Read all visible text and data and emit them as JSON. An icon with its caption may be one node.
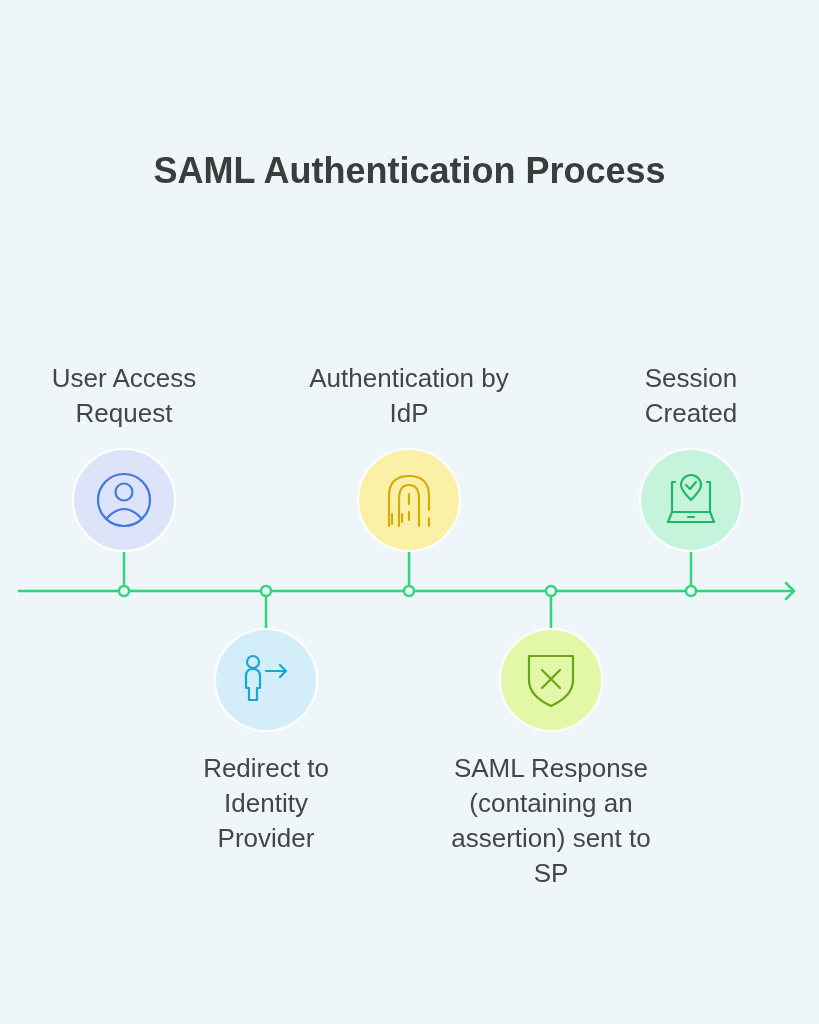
{
  "diagram": {
    "title": "SAML Authentication Process",
    "nodes": [
      {
        "text": [
          "User Access Request"
        ]
      },
      {
        "text": [
          "Redirect to Identity Provider"
        ]
      },
      {
        "text": [
          "Authentication by IdP"
        ]
      },
      {
        "text": [
          "SAML Response (containing an assertion) sent to SP"
        ]
      },
      {
        "text": [
          "Session Created"
        ]
      },
      {
        "text": [],
        "shape": "bar"
      }
    ],
    "edges": [
      {
        "from": 0,
        "to": 5,
        "arrow": "other"
      },
      {
        "from": 1,
        "to": 5,
        "arrow": "other"
      },
      {
        "from": 2,
        "to": 5,
        "arrow": "other"
      },
      {
        "from": 3,
        "to": 5,
        "arrow": "other"
      },
      {
        "from": 4,
        "to": 5,
        "arrow": "other"
      }
    ]
  }
}
